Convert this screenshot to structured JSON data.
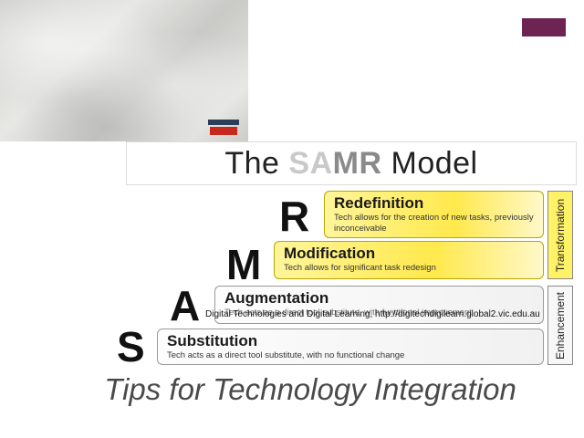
{
  "header": {
    "title_parts": [
      "The ",
      "SA",
      "MR",
      " Model"
    ]
  },
  "levels": [
    {
      "letter": "R",
      "title": "Redefinition",
      "description": "Tech allows for the creation of new tasks, previously inconceivable"
    },
    {
      "letter": "M",
      "title": "Modification",
      "description": "Tech allows for significant task redesign"
    },
    {
      "letter": "A",
      "title": "Augmentation",
      "description": "Tech acts as a direct tool substitute, with functional improvement"
    },
    {
      "letter": "S",
      "title": "Substitution",
      "description": "Tech acts as a direct tool substitute, with no functional change"
    }
  ],
  "categories": {
    "upper": "Transformation",
    "lower": "Enhancement"
  },
  "source": "Digital Technologies and Digital Learning, http://digitechdigilearn.global2.vic.edu.au",
  "subtitle": "Tips for Technology Integration",
  "colors": {
    "accent": "#6e2452",
    "transformation": "#ffe94d",
    "enhancement": "#f1f1f1"
  }
}
